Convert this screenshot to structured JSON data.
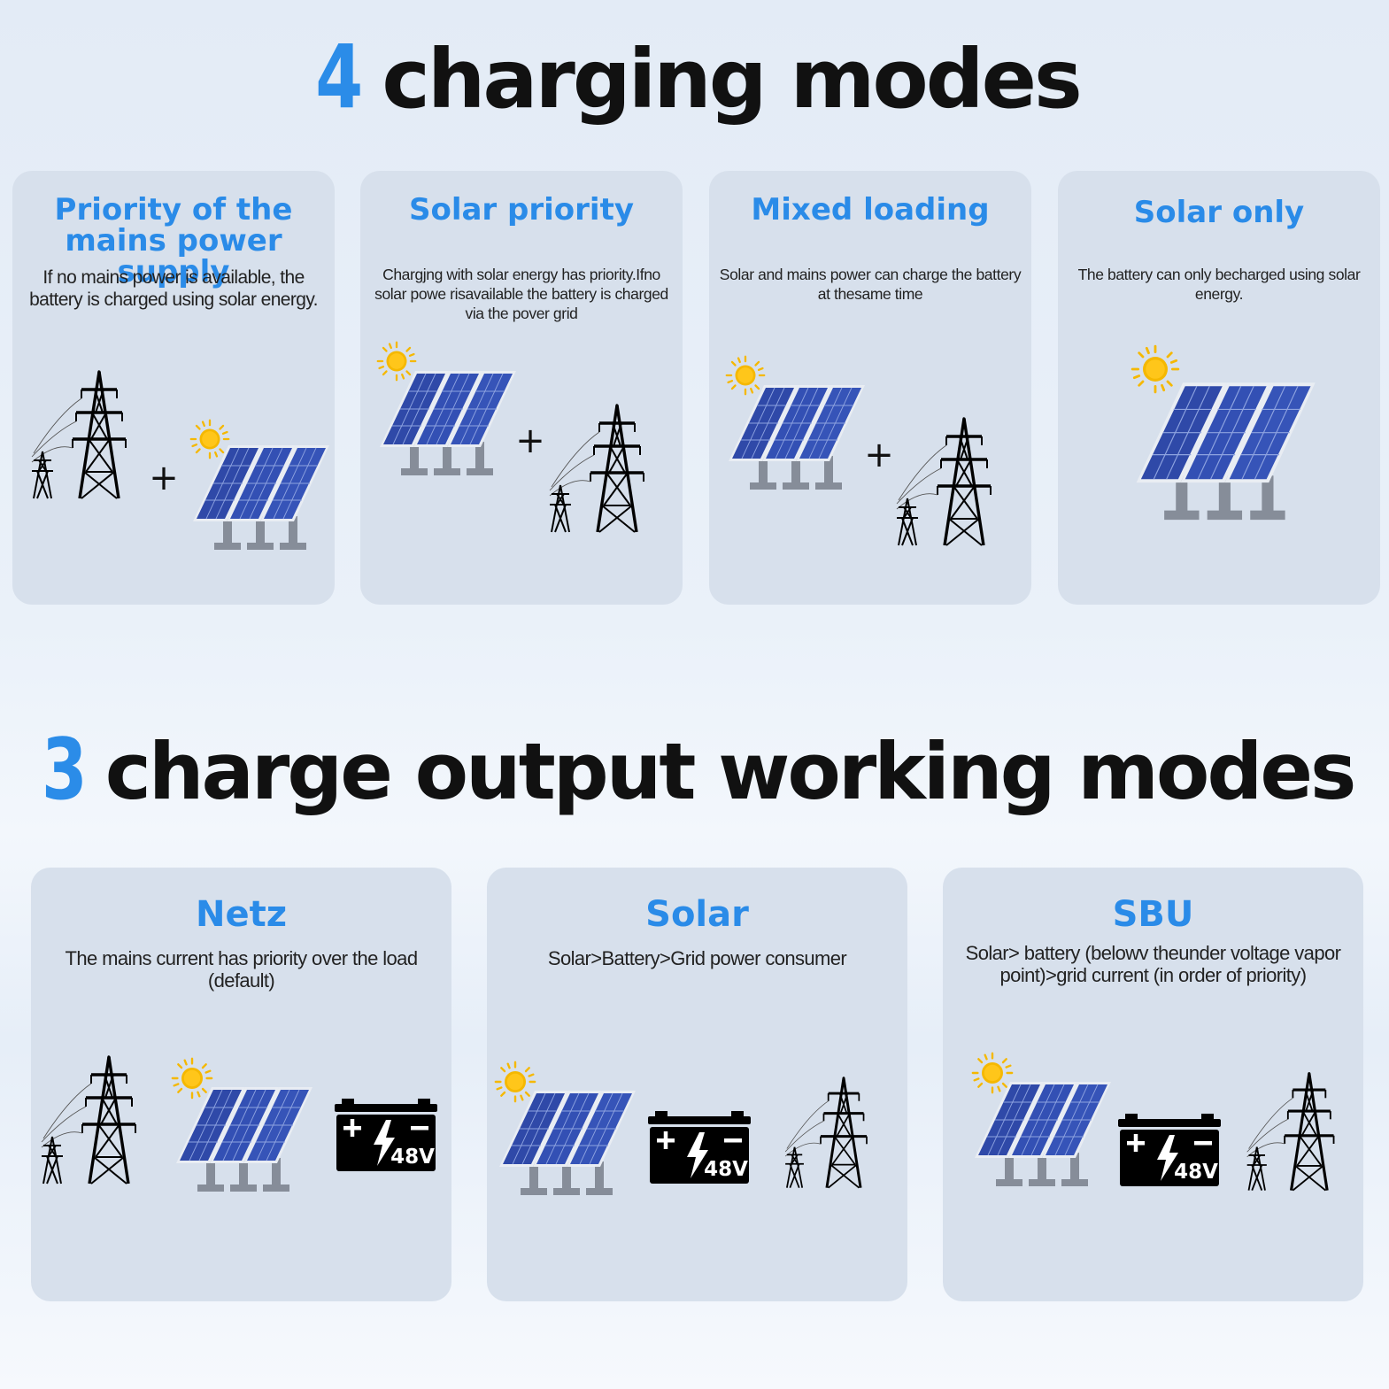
{
  "section_charging": {
    "number": "4",
    "title": "charging modes",
    "cards": [
      {
        "title": "Priority of the mains power supply",
        "description": "If no mains power is available, the battery is charged using solar energy."
      },
      {
        "title": "Solar priority",
        "description": "Chargjng with solar energy has priority.Ifno solar powe risavailable the battery is charged via the pover grid"
      },
      {
        "title": "Mixed loading",
        "description": "Solar and mains power can charge the battery at thesame time"
      },
      {
        "title": "Solar only",
        "description": "The battery can only becharged using solar energy."
      }
    ]
  },
  "section_output": {
    "number": "3",
    "title": "charge output working modes",
    "cards": [
      {
        "title": "Netz",
        "description": "The mains current has priority over the load (default)"
      },
      {
        "title": "Solar",
        "description": "Solar>Battery>Grid power consumer"
      },
      {
        "title": "SBU",
        "description": "Solar> battery (belowv theunder voltage vapor point)>grid current (in order of priority)"
      }
    ]
  },
  "battery_label": "48V",
  "plus_sign": "+",
  "icons": [
    "power-tower-icon",
    "solar-panel-icon",
    "sun-icon",
    "battery-48v-icon",
    "plus-icon"
  ],
  "colors": {
    "accent": "#2a8be8",
    "card_bg": "#d7e0ec",
    "panel_blue": "#3550b0",
    "sun": "#f5b800",
    "heading": "#111111"
  }
}
